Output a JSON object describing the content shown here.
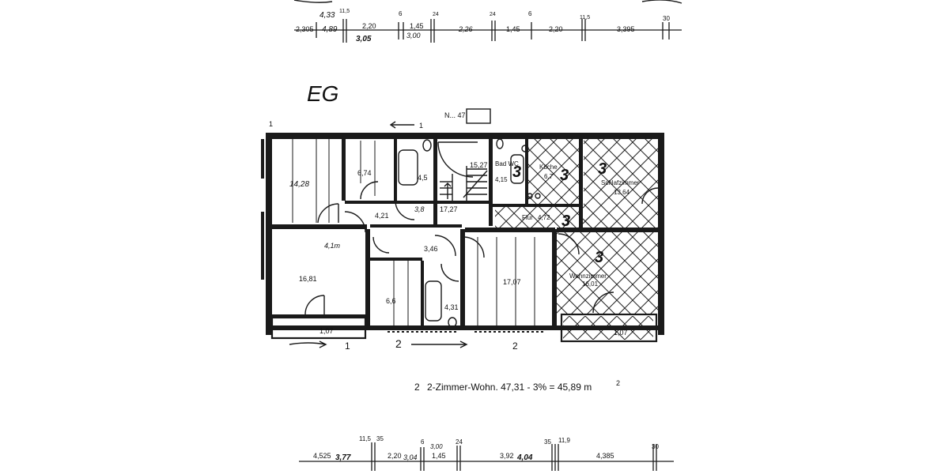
{
  "plan": {
    "floor_label": "EG",
    "north_label": "N... 47",
    "summary": {
      "prefix": "2",
      "text": "2-Zimmer-Wohn. 47,31 - 3% = 45,89 m",
      "superscript": "2"
    },
    "rooms": [
      {
        "key": "room_left_top",
        "area": "14,28"
      },
      {
        "key": "room_left_mid",
        "area": "6,74"
      },
      {
        "key": "small_a",
        "area": "4,5"
      },
      {
        "key": "stair",
        "area": "15,27"
      },
      {
        "key": "bad",
        "name": "Bad\nWC",
        "area": "4,15"
      },
      {
        "key": "kueche",
        "name": "Küche",
        "area": "6,7"
      },
      {
        "key": "schlafzimmer",
        "name": "Schlafzimmer",
        "area": "13,64"
      },
      {
        "key": "corridor_left",
        "area": "4,21"
      },
      {
        "key": "corridor_mid",
        "area": "3,8"
      },
      {
        "key": "corridor_stair",
        "area": "17,27"
      },
      {
        "key": "flur",
        "name": "Flur",
        "area": "4,72"
      },
      {
        "key": "room_left_bottom",
        "area": "16,81"
      },
      {
        "key": "room_left_bottom_dim",
        "area": "4,1m"
      },
      {
        "key": "hall_b",
        "area": "3,46"
      },
      {
        "key": "bath_b",
        "area": "6,6"
      },
      {
        "key": "wc_b",
        "area": "4,31"
      },
      {
        "key": "room_mid_bottom",
        "area": "17,07"
      },
      {
        "key": "wohnzimmer",
        "name": "Wohnzimmer",
        "area": "16,01"
      },
      {
        "key": "balcony_left",
        "area": "1,07"
      },
      {
        "key": "balcony_right",
        "area": "1,07"
      }
    ],
    "unit_marks": [
      "3",
      "3",
      "3",
      "3",
      "3"
    ],
    "axis_marks": [
      "1",
      "1",
      "2",
      "2"
    ],
    "top_dimensions": [
      "2,305",
      "4,33",
      "4,89",
      "11,5",
      "2,20",
      "3,05",
      "6",
      "1,45",
      "3,00",
      "24",
      "2,26",
      "24",
      "1,45",
      "6",
      "2,20",
      "11,5",
      "3,395",
      "30"
    ],
    "bottom_dimensions": [
      "4,525",
      "3,77",
      "11,5",
      "35",
      "2,20",
      "3,04",
      "6",
      "3,00",
      "1,45",
      "24",
      "3,92",
      "4,04",
      "35",
      "11,9",
      "4,385",
      "30"
    ]
  }
}
